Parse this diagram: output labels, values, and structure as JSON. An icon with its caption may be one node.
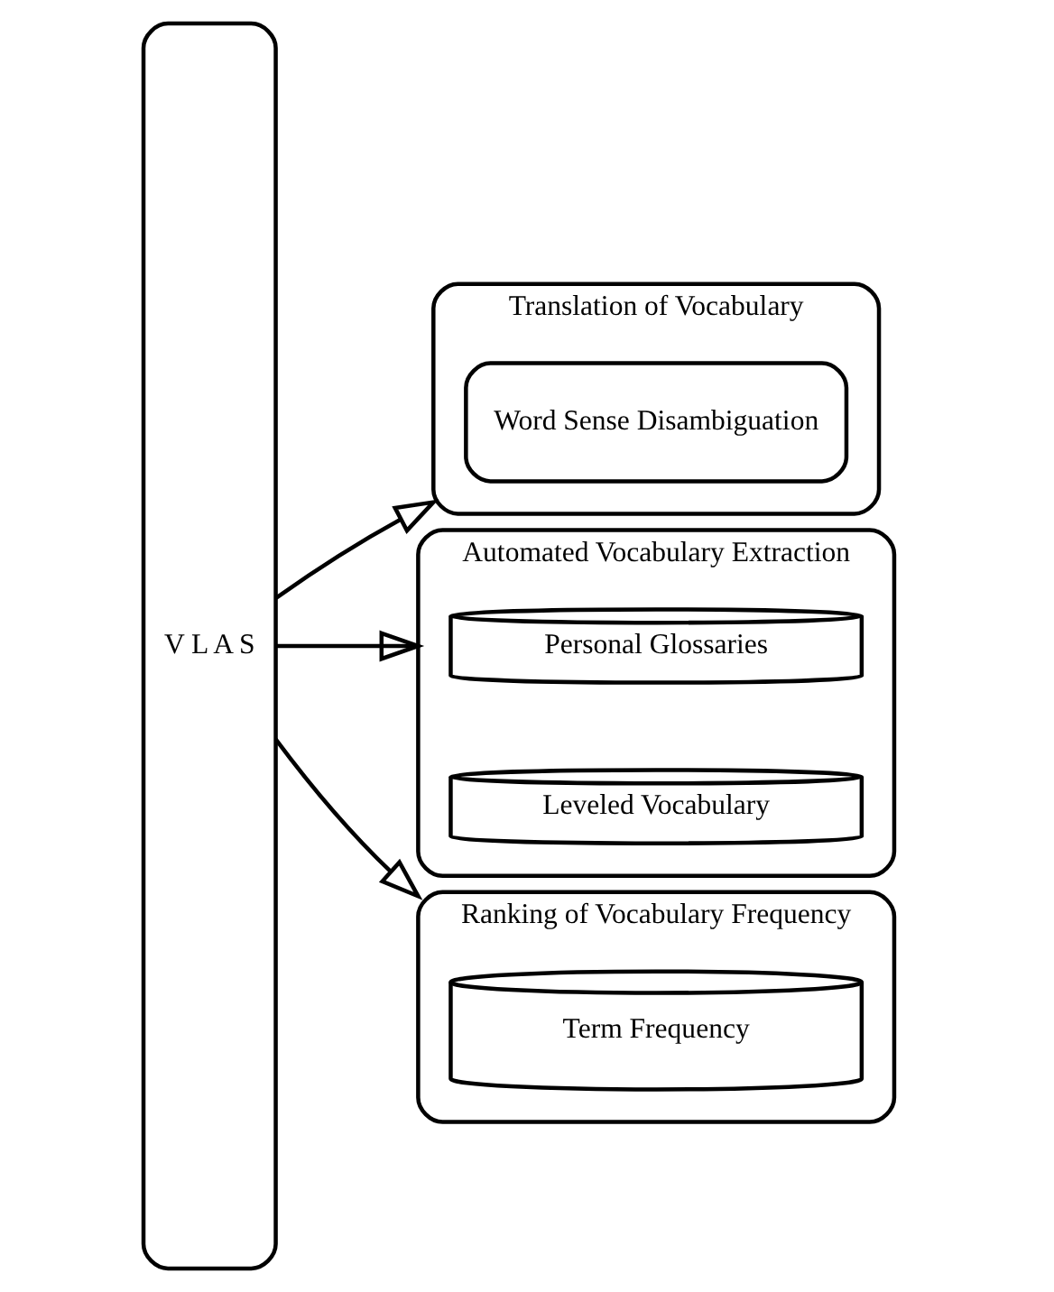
{
  "diagram": {
    "nodes": [
      {
        "text": [
          "V L A S"
        ]
      },
      {
        "text": [
          "Translation of Vocabulary"
        ]
      },
      {
        "text": [
          "Word Sense Disambiguation"
        ],
        "in": 1
      },
      {
        "text": [
          "Automated Vocabulary Extraction"
        ]
      },
      {
        "text": [
          "Personal Glossaries"
        ],
        "in": 3
      },
      {
        "text": [
          "Leveled Vocabulary"
        ],
        "in": 3
      },
      {
        "text": [
          "Ranking of Vocabulary Frequency"
        ]
      },
      {
        "text": [
          "Term Frequency"
        ],
        "in": 6
      }
    ],
    "edges": [
      {
        "from": 0,
        "to": 1,
        "arrow": "to"
      },
      {
        "from": 0,
        "to": 3,
        "arrow": "to"
      },
      {
        "from": 0,
        "to": 6,
        "arrow": "to"
      }
    ]
  }
}
